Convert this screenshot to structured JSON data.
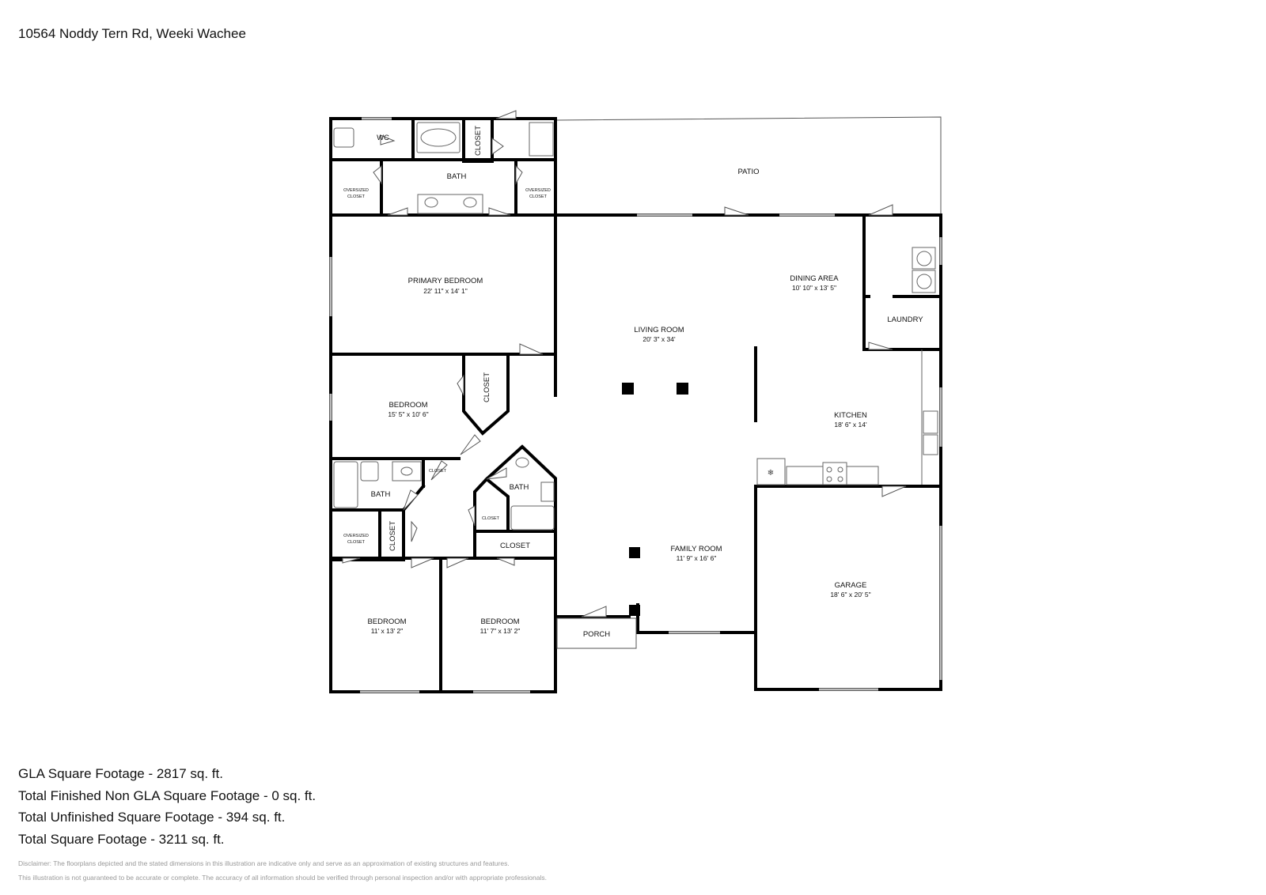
{
  "address": "10564 Noddy Tern Rd, Weeki Wachee",
  "rooms": {
    "wc": "WC",
    "closet_top": "CLOSET",
    "bath_primary": "BATH",
    "patio": "PATIO",
    "oversized_closet_a": "OVERSIZED",
    "oversized_closet_a2": "CLOSET",
    "oversized_closet_b": "OVERSIZED",
    "oversized_closet_b2": "CLOSET",
    "primary_bedroom": "PRIMARY BEDROOM",
    "primary_bedroom_dim": "22' 11\" x 14' 1\"",
    "dining_area": "DINING AREA",
    "dining_area_dim": "10' 10\" x 13' 5\"",
    "laundry": "LAUNDRY",
    "living_room": "LIVING ROOM",
    "living_room_dim": "20' 3\" x 34'",
    "bedroom_2": "BEDROOM",
    "bedroom_2_dim": "15' 5\" x 10' 6\"",
    "closet_bed2": "CLOSET",
    "kitchen": "KITCHEN",
    "kitchen_dim": "18' 6\" x 14'",
    "bath_2": "BATH",
    "closet_small_a": "CLOSET",
    "bath_3": "BATH",
    "closet_small_b": "CLOSET",
    "oversized_closet_c": "OVERSIZED",
    "oversized_closet_c2": "CLOSET",
    "closet_hall": "CLOSET",
    "closet_mid": "CLOSET",
    "family_room": "FAMILY ROOM",
    "family_room_dim": "11' 9\" x 16' 6\"",
    "garage": "GARAGE",
    "garage_dim": "18' 6\" x 20' 5\"",
    "bedroom_3": "BEDROOM",
    "bedroom_3_dim": "11' x 13' 2\"",
    "bedroom_4": "BEDROOM",
    "bedroom_4_dim": "11' 7\" x 13' 2\"",
    "porch": "PORCH"
  },
  "stats": {
    "gla": "GLA Square Footage - 2817 sq. ft.",
    "non_gla": "Total Finished Non GLA Square Footage - 0 sq. ft.",
    "unfinished": "Total Unfinished Square Footage - 394 sq. ft.",
    "total": "Total Square Footage - 3211 sq. ft."
  },
  "disclaimer": {
    "line1": "Disclaimer: The floorplans depicted and the stated dimensions in this illustration are indicative only and serve as an approximation of existing structures and features.",
    "line2": "This illustration is not guaranteed to be accurate or complete. The accuracy of all information should be verified through personal inspection and/or with appropriate professionals."
  }
}
